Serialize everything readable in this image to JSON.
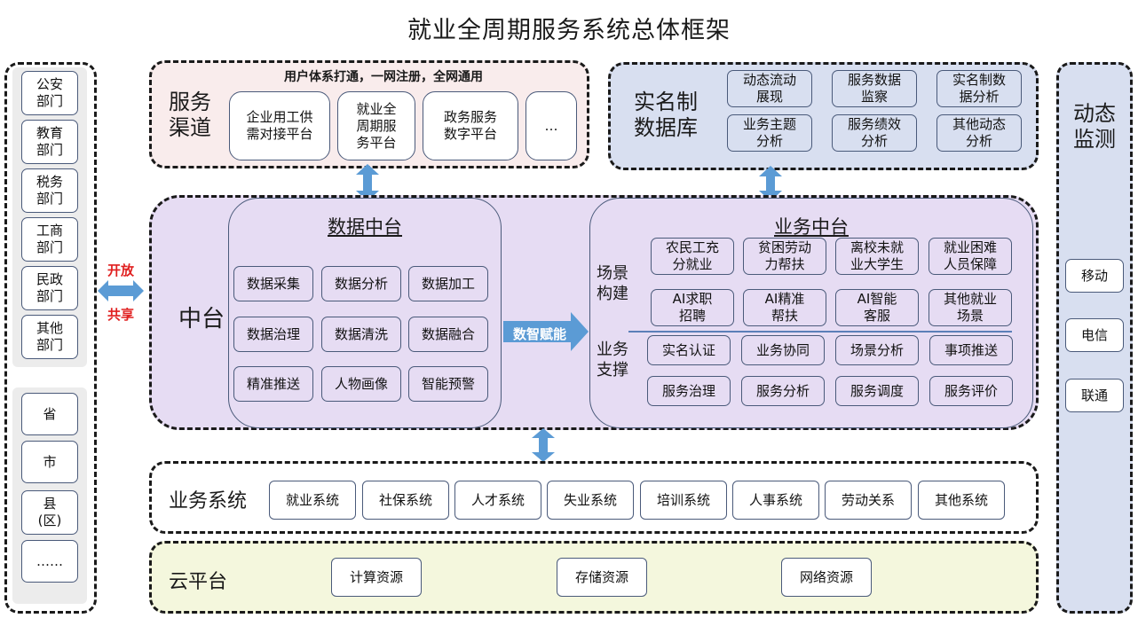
{
  "title": "就业全周期服务系统总体框架",
  "colors": {
    "border": "#1a1a1a",
    "box_border": "#4a5a7a",
    "service_bg": "#f9ecec",
    "db_bg": "#d8dff0",
    "middle_bg": "#e6dcf3",
    "business_bg": "#ffffff",
    "cloud_bg": "#f4f7dd",
    "monitor_bg": "#d8dff0",
    "left_bg": "#ececec",
    "arrow_blue": "#5b9bd5",
    "open_red": "#e02020"
  },
  "left_departments": [
    "公安\n部门",
    "教育\n部门",
    "税务\n部门",
    "工商\n部门",
    "民政\n部门",
    "其他\n部门"
  ],
  "left_levels": [
    "省",
    "市",
    "县\n(区)",
    "……"
  ],
  "open_share": {
    "top": "开放",
    "bottom": "共享"
  },
  "service_channel": {
    "label": "服务\n渠道",
    "header": "用户体系打通，一网注册，全网通用",
    "items": [
      "企业用工供\n需对接平台",
      "就业全\n周期服\n务平台",
      "政务服务\n数字平台",
      "…"
    ]
  },
  "realname_db": {
    "label": "实名制\n数据库",
    "items": [
      "动态流动\n展现",
      "服务数据\n监察",
      "实名制数\n据分析",
      "业务主题\n分析",
      "服务绩效\n分析",
      "其他动态\n分析"
    ]
  },
  "middle": {
    "label": "中台",
    "data_platform": {
      "title": "数据中台",
      "items": [
        "数据采集",
        "数据分析",
        "数据加工",
        "数据治理",
        "数据清洗",
        "数据融合",
        "精准推送",
        "人物画像",
        "智能预警"
      ]
    },
    "empower": "数智赋能",
    "business_platform": {
      "title": "业务中台",
      "scene_label": "场景\n构建",
      "scene_items": [
        "农民工充\n分就业",
        "贫困劳动\n力帮扶",
        "离校未就\n业大学生",
        "就业困难\n人员保障",
        "AI求职\n招聘",
        "AI精准\n帮扶",
        "AI智能\n客服",
        "其他就业\n场景"
      ],
      "support_label": "业务\n支撑",
      "support_items": [
        "实名认证",
        "业务协同",
        "场景分析",
        "事项推送",
        "服务治理",
        "服务分析",
        "服务调度",
        "服务评价"
      ]
    }
  },
  "business_system": {
    "label": "业务系统",
    "items": [
      "就业系统",
      "社保系统",
      "人才系统",
      "失业系统",
      "培训系统",
      "人事系统",
      "劳动关系",
      "其他系统"
    ]
  },
  "cloud": {
    "label": "云平台",
    "items": [
      "计算资源",
      "存储资源",
      "网络资源"
    ]
  },
  "monitor": {
    "label": "动态\n监测",
    "items": [
      "移动",
      "电信",
      "联通"
    ]
  }
}
